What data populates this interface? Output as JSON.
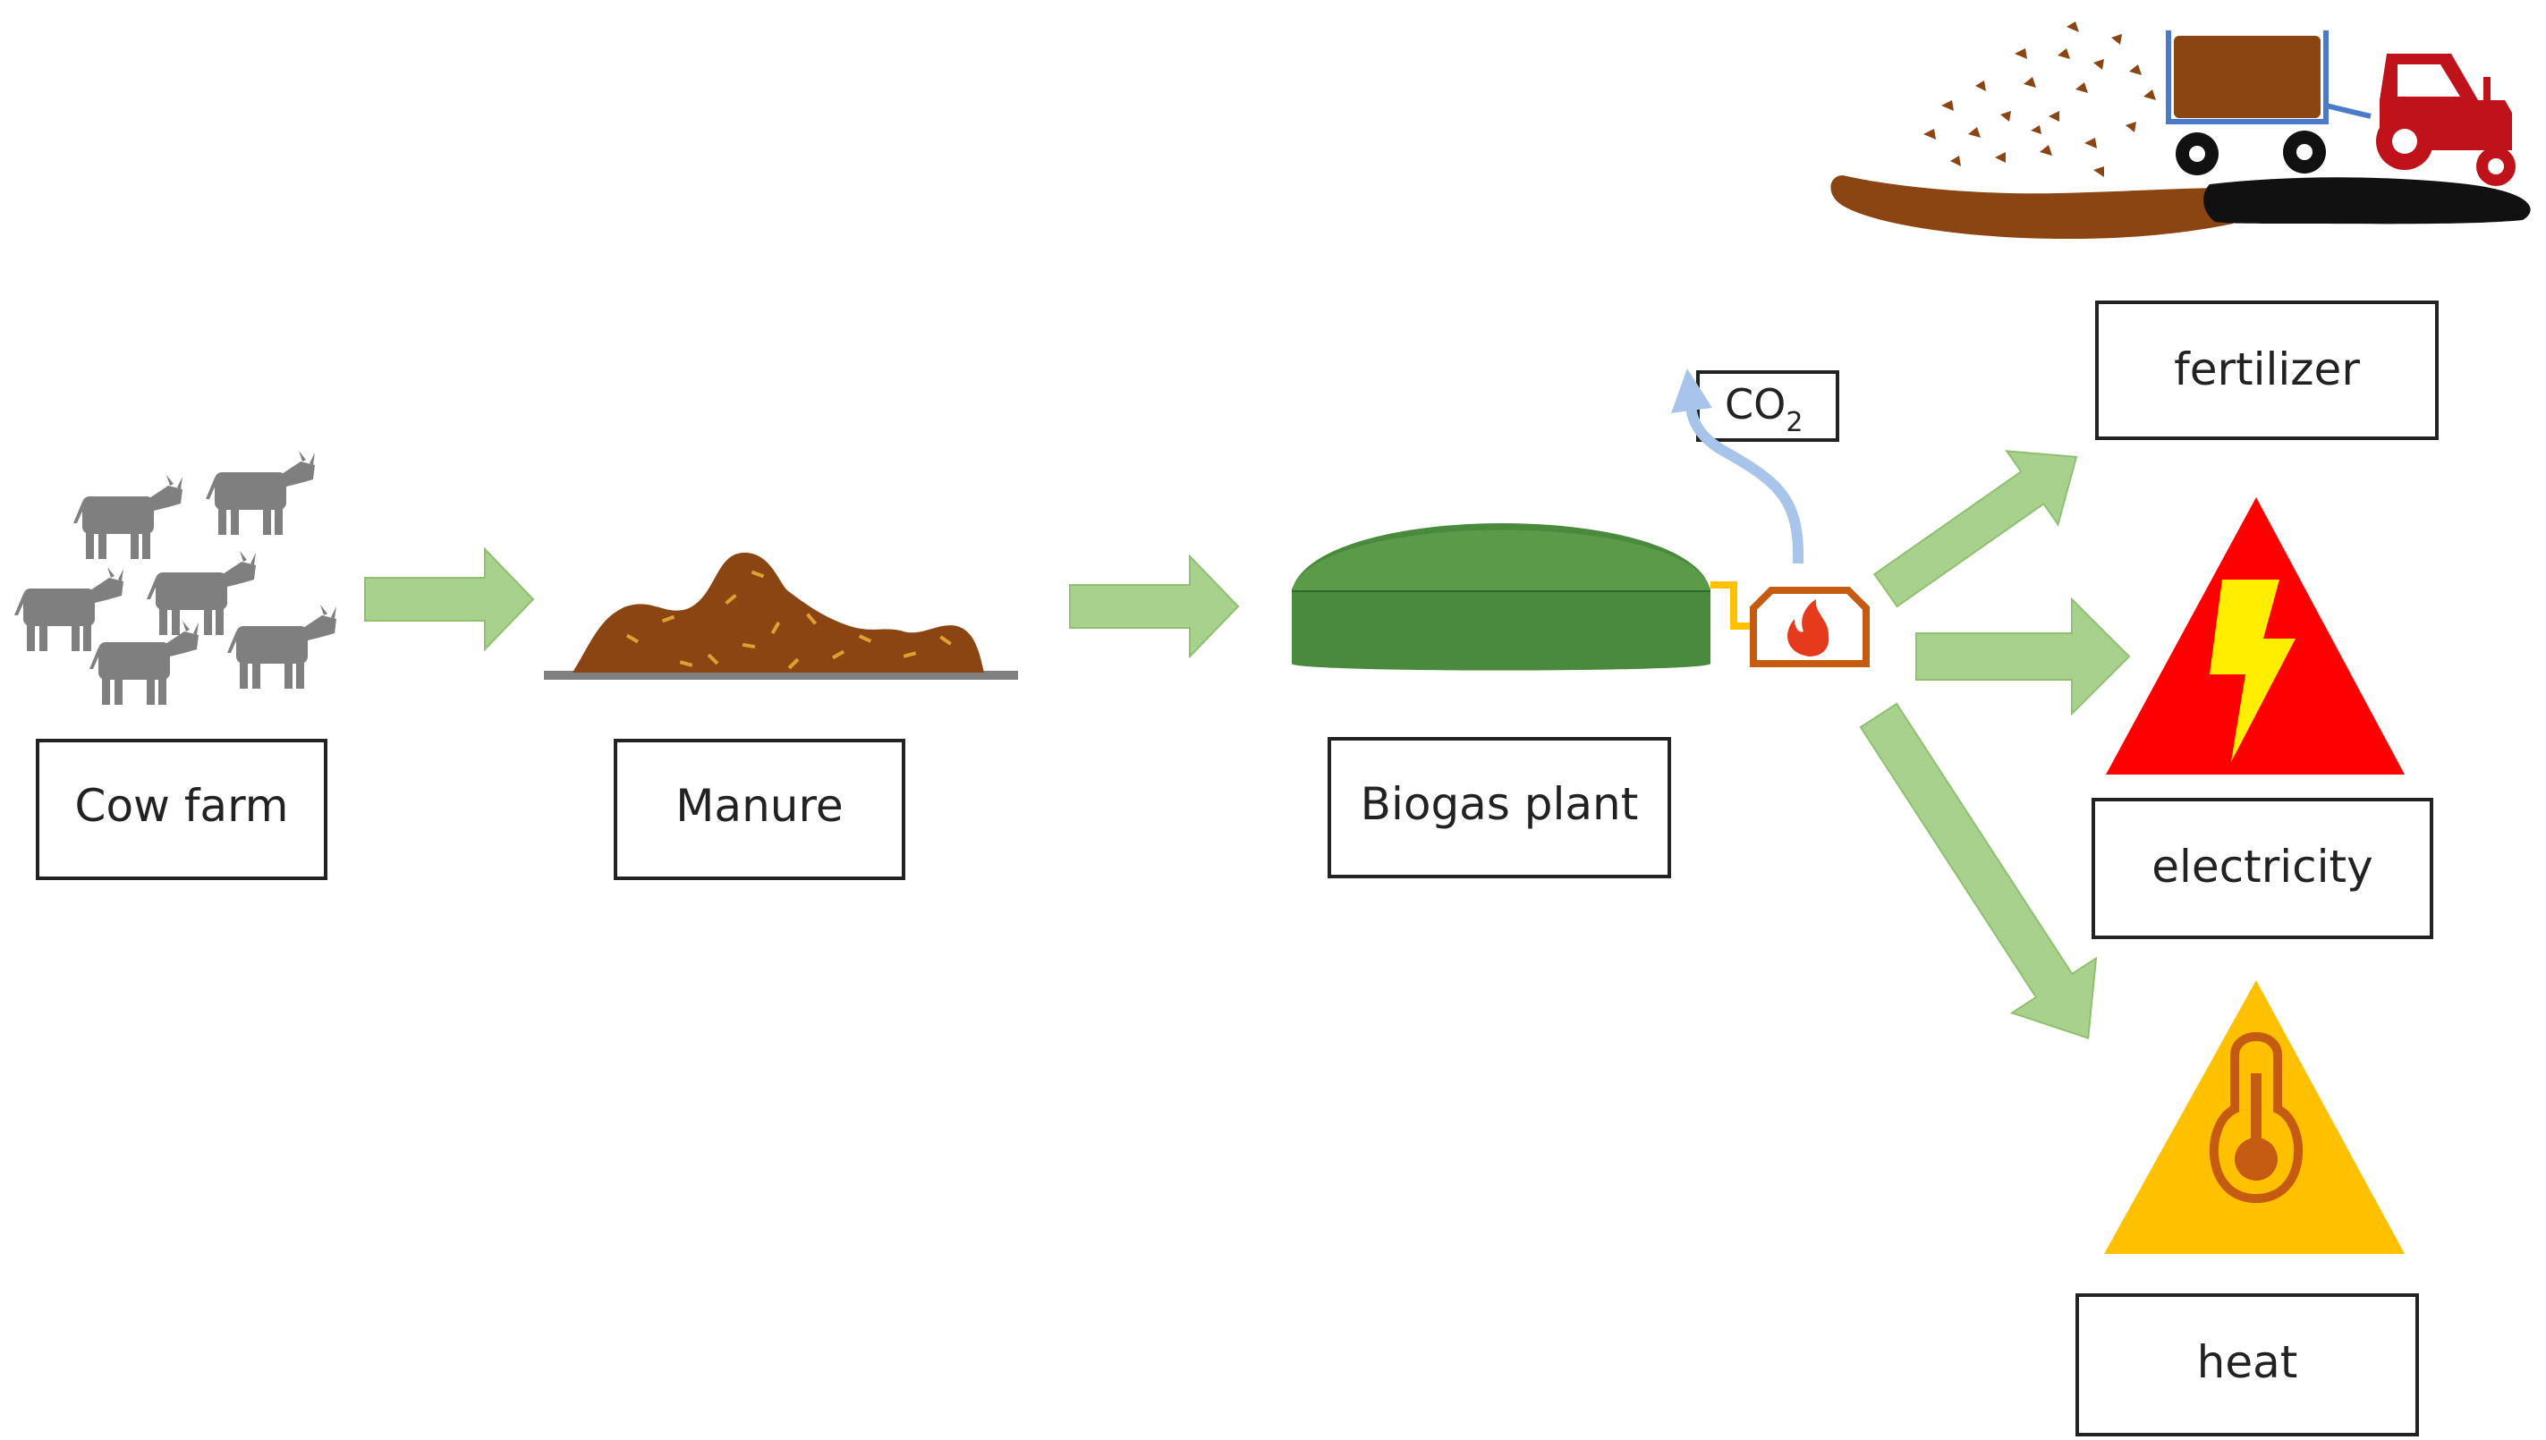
{
  "labels": {
    "cow_farm": "Cow farm",
    "manure": "Manure",
    "biogas_plant": "Biogas plant",
    "co2": "CO",
    "co2_subscript": "2",
    "fertilizer": "fertilizer",
    "electricity": "electricity",
    "heat": "heat"
  },
  "colors": {
    "arrow_green": "#a9d18e",
    "arrow_green_stroke": "#8fc06f",
    "cow_gray": "#7f7f7f",
    "manure_brown": "#8b4513",
    "manure_speck": "#e0a030",
    "tank_green": "#4a8a3c",
    "flame_red": "#e53a1c",
    "co2_arrow_blue": "#a9c4ea",
    "electricity_red": "#ff0000",
    "bolt_yellow": "#ffee00",
    "heat_yellow": "#ffc000",
    "thermometer_brown": "#c55a11",
    "tractor_red": "#c0121a",
    "trailer_brown": "#8b4513",
    "trailer_blue": "#4a7ac9",
    "soil_brown": "#8b4513",
    "soil_black": "#111111"
  },
  "icons": [
    "cow-icon",
    "manure-pile-icon",
    "biogas-tank-icon",
    "burner-icon",
    "flame-icon",
    "lightning-bolt-icon",
    "thermometer-icon",
    "tractor-icon",
    "trailer-icon"
  ]
}
